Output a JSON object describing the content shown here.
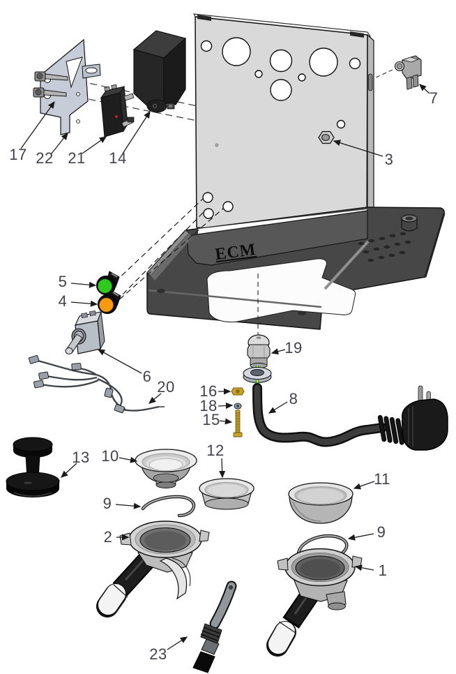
{
  "diagram": {
    "brand": "ECM",
    "callouts": [
      {
        "num": "1",
        "part": "portafilter"
      },
      {
        "num": "2",
        "part": "portafilter-double-spout"
      },
      {
        "num": "3",
        "part": "hex-nut"
      },
      {
        "num": "4",
        "part": "orange-indicator-lamp"
      },
      {
        "num": "5",
        "part": "green-indicator-lamp"
      },
      {
        "num": "6",
        "part": "toggle-switch"
      },
      {
        "num": "7",
        "part": "thermostat-sensor"
      },
      {
        "num": "8",
        "part": "power-cord"
      },
      {
        "num": "9",
        "part": "retaining-spring-clip"
      },
      {
        "num": "10",
        "part": "filter-funnel"
      },
      {
        "num": "11",
        "part": "filter-basket-deep"
      },
      {
        "num": "12",
        "part": "filter-basket-shallow"
      },
      {
        "num": "13",
        "part": "tamper"
      },
      {
        "num": "14",
        "part": "component-box"
      },
      {
        "num": "15",
        "part": "brass-screw"
      },
      {
        "num": "16",
        "part": "brass-nut"
      },
      {
        "num": "17",
        "part": "socket-head-screws"
      },
      {
        "num": "18",
        "part": "washer"
      },
      {
        "num": "19",
        "part": "cable-gland"
      },
      {
        "num": "20",
        "part": "wiring-harness"
      },
      {
        "num": "21",
        "part": "switch-block"
      },
      {
        "num": "22",
        "part": "mounting-bracket"
      },
      {
        "num": "23",
        "part": "cleaning-brush"
      }
    ],
    "colors": {
      "green_lamp": "#2ecb1e",
      "orange_lamp": "#f79a11",
      "brass": "#c9a227",
      "ground_wire": "#2f9e2f",
      "panel_gray": "#d9d9d9",
      "base_gray": "#474747"
    }
  }
}
